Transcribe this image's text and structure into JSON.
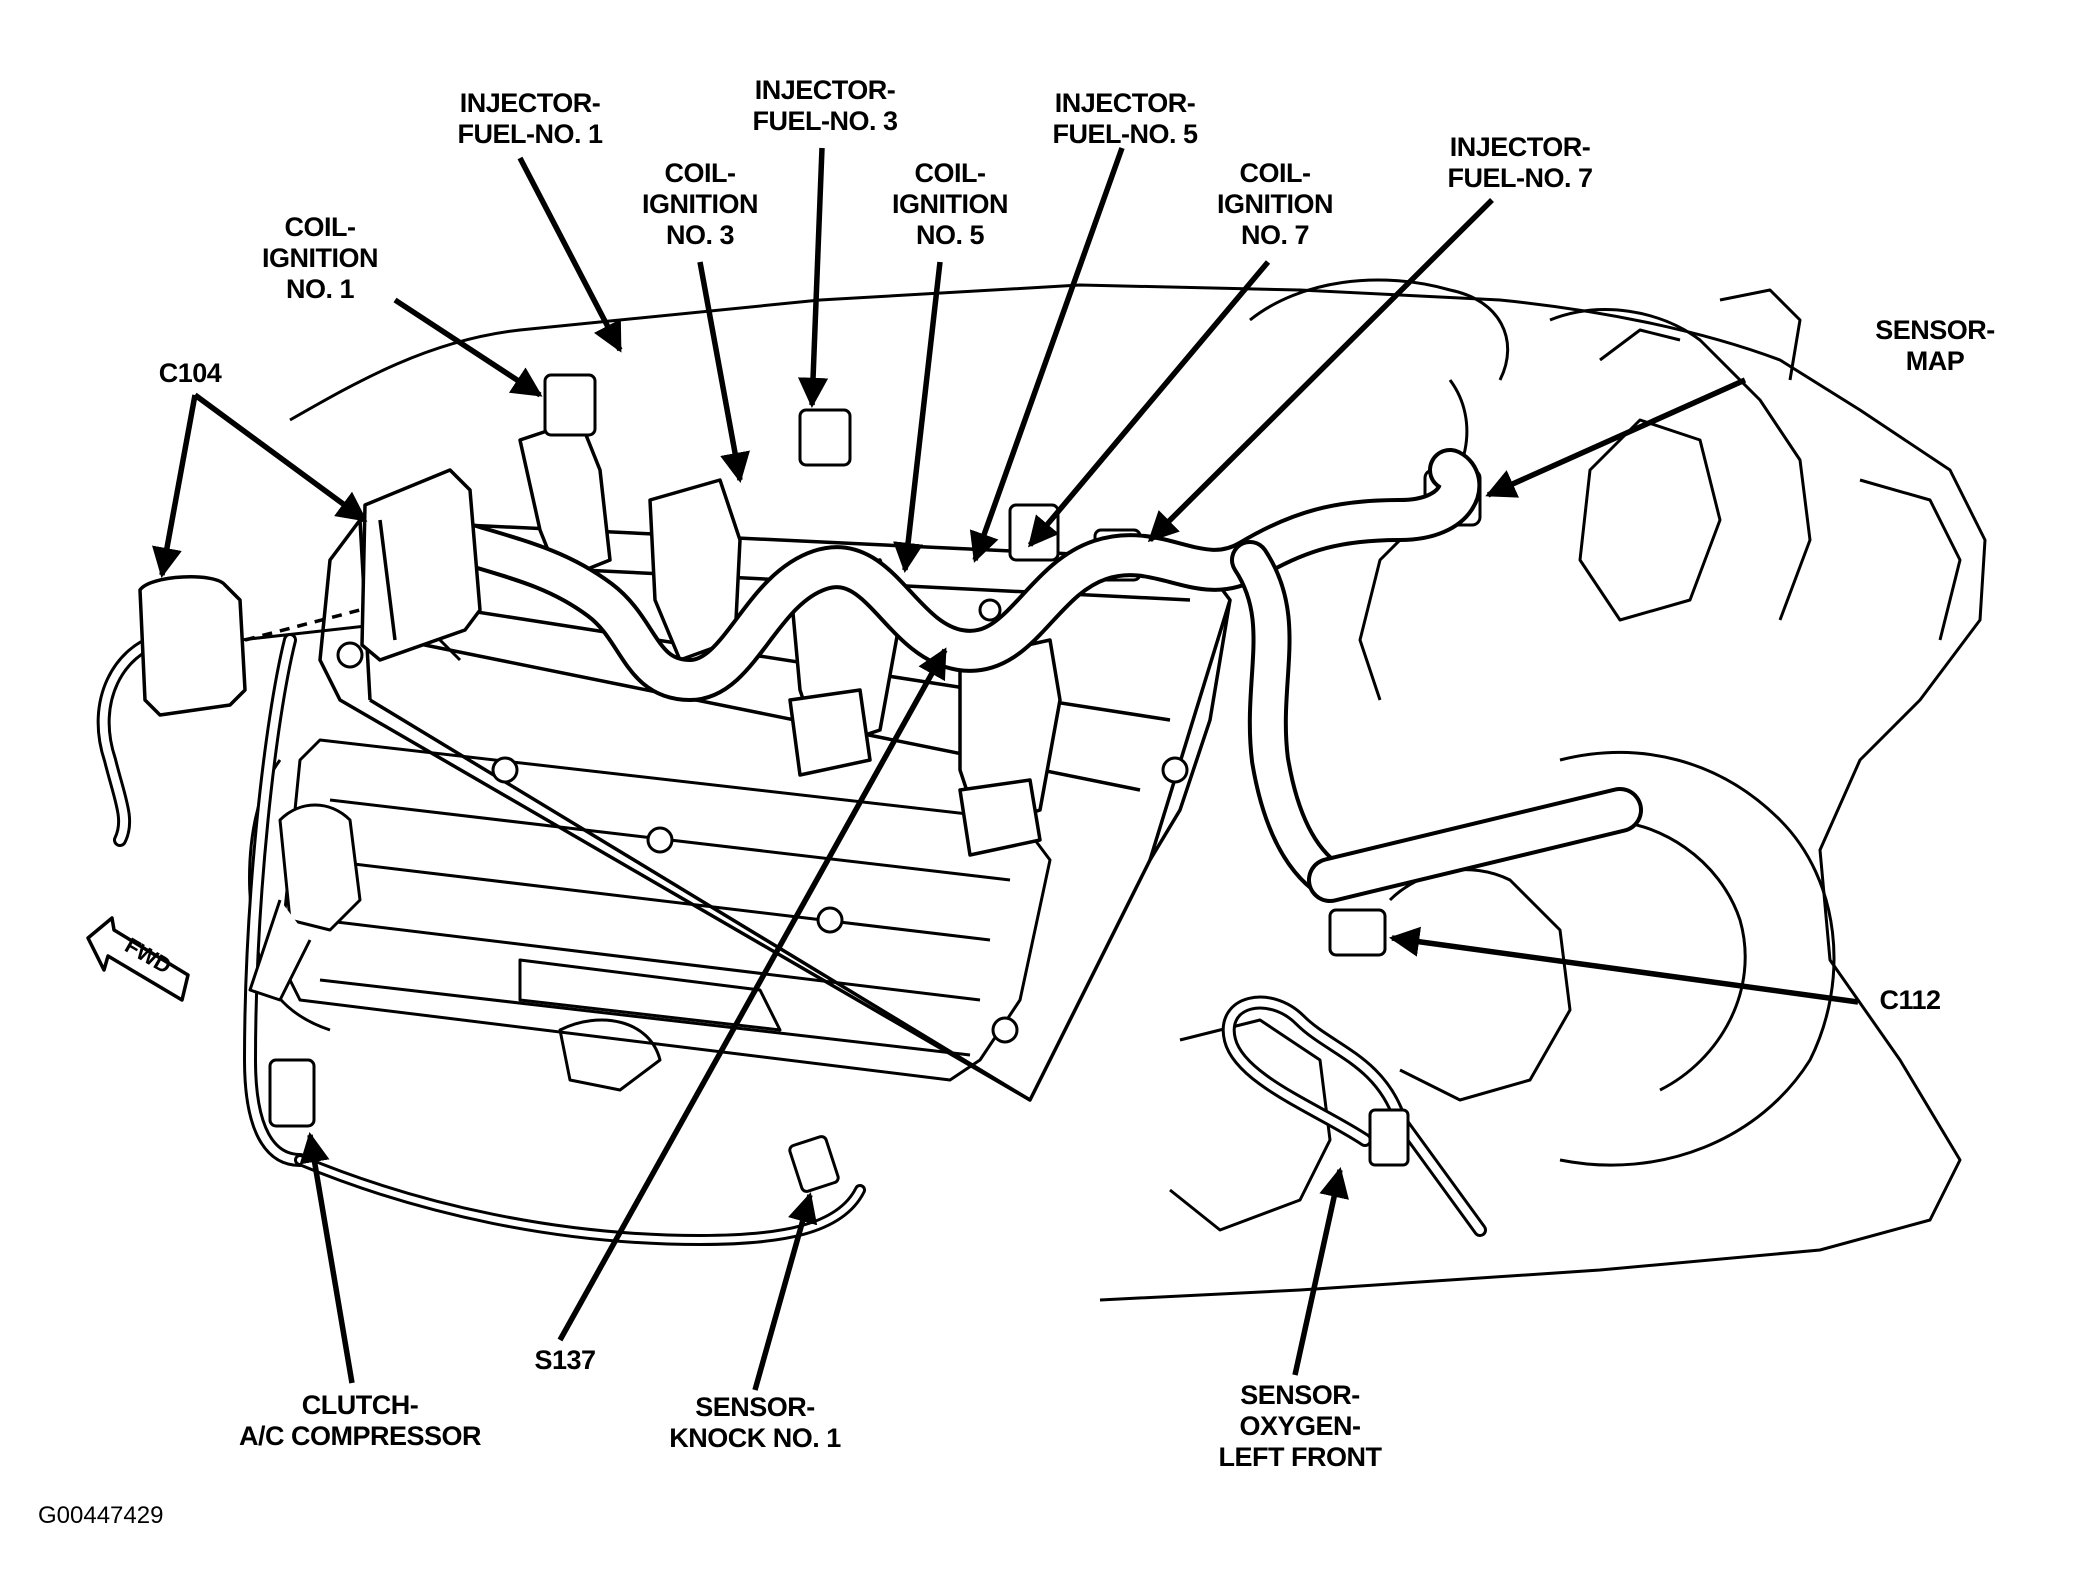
{
  "diagram": {
    "figure_id": "G00447429",
    "direction_marker": "FWD",
    "colors": {
      "line": "#000000",
      "background": "#ffffff"
    },
    "labels": [
      {
        "id": "injector-fuel-no-1",
        "lines": [
          "INJECTOR-",
          "FUEL-NO. 1"
        ]
      },
      {
        "id": "injector-fuel-no-3",
        "lines": [
          "INJECTOR-",
          "FUEL-NO. 3"
        ]
      },
      {
        "id": "injector-fuel-no-5",
        "lines": [
          "INJECTOR-",
          "FUEL-NO. 5"
        ]
      },
      {
        "id": "injector-fuel-no-7",
        "lines": [
          "INJECTOR-",
          "FUEL-NO. 7"
        ]
      },
      {
        "id": "coil-ignition-no-1",
        "lines": [
          "COIL-",
          "IGNITION",
          "NO. 1"
        ]
      },
      {
        "id": "coil-ignition-no-3",
        "lines": [
          "COIL-",
          "IGNITION",
          "NO. 3"
        ]
      },
      {
        "id": "coil-ignition-no-5",
        "lines": [
          "COIL-",
          "IGNITION",
          "NO. 5"
        ]
      },
      {
        "id": "coil-ignition-no-7",
        "lines": [
          "COIL-",
          "IGNITION",
          "NO. 7"
        ]
      },
      {
        "id": "c104",
        "lines": [
          "C104"
        ]
      },
      {
        "id": "sensor-map",
        "lines": [
          "SENSOR-",
          "MAP"
        ]
      },
      {
        "id": "c112",
        "lines": [
          "C112"
        ]
      },
      {
        "id": "s137",
        "lines": [
          "S137"
        ]
      },
      {
        "id": "clutch-ac-compressor",
        "lines": [
          "CLUTCH-",
          "A/C COMPRESSOR"
        ]
      },
      {
        "id": "sensor-knock-no-1",
        "lines": [
          "SENSOR-",
          "KNOCK NO. 1"
        ]
      },
      {
        "id": "sensor-oxygen-left-front",
        "lines": [
          "SENSOR-",
          "OXYGEN-",
          "LEFT FRONT"
        ]
      }
    ]
  }
}
